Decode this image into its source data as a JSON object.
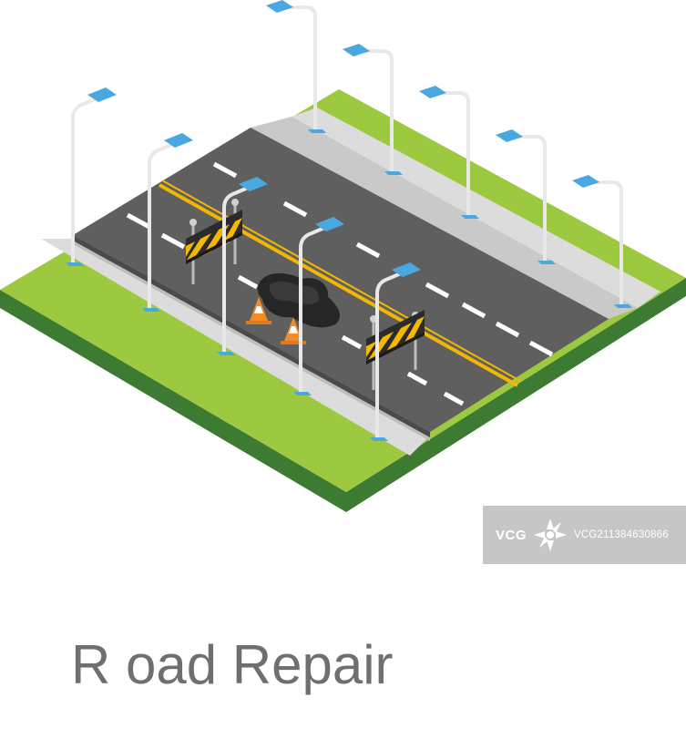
{
  "illustration": {
    "subject": "isometric road repair scene",
    "colors": {
      "grass_top": "#9cc93f",
      "grass_side": "#3d7a32",
      "sidewalk": "#d9d9d9",
      "asphalt": "#5f5f5f",
      "center_line": "#f2b705",
      "lane_dash": "#ffffff",
      "lamp_head": "#4aa8e0",
      "pothole": "#262626",
      "cone": "#f28c28",
      "barrier": "#2b2b2b",
      "barrier_stripe": "#f5b800"
    },
    "icons": [
      "street-lamp-icon",
      "traffic-cone-icon",
      "road-barrier-icon",
      "pothole-icon"
    ]
  },
  "watermark": {
    "brand": "VCG",
    "id": "VCG211384630866"
  },
  "caption": {
    "text": "R oad Repair"
  }
}
